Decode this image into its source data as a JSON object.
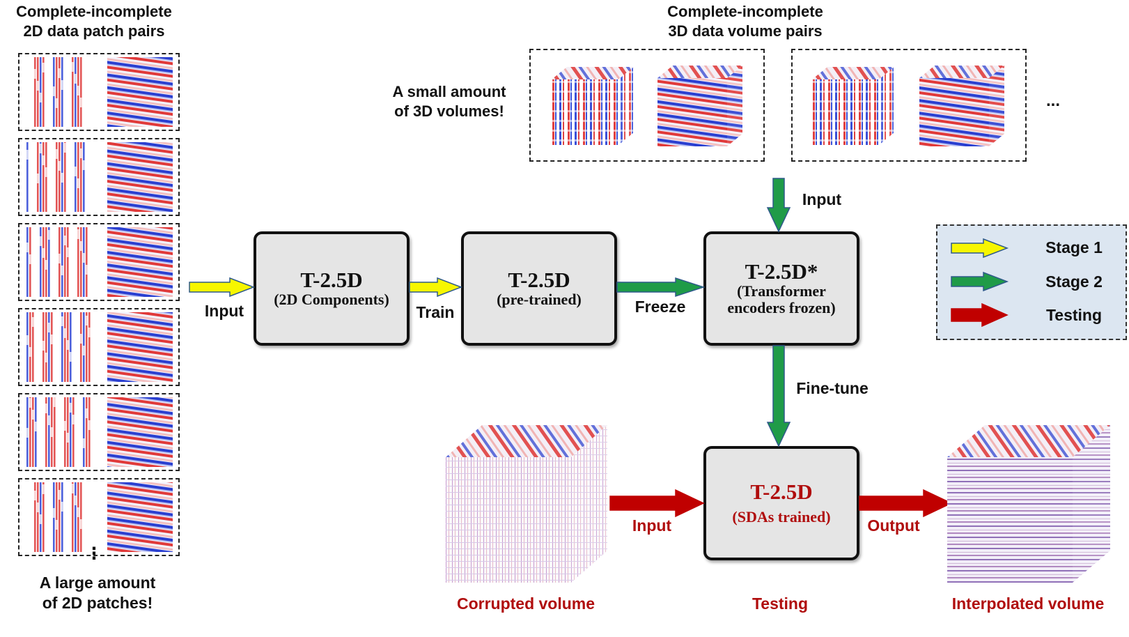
{
  "left_panel": {
    "title_line1": "Complete-incomplete",
    "title_line2": "2D data patch pairs",
    "ellipsis": "⋮",
    "caption_line1": "A large amount",
    "caption_line2": "of 2D patches!"
  },
  "top_panel": {
    "title_line1": "Complete-incomplete",
    "title_line2": "3D data volume pairs",
    "caption_line1": "A small amount",
    "caption_line2": "of 3D volumes!",
    "ellipsis": "..."
  },
  "boxes": {
    "components": {
      "title": "T-2.5D",
      "subtitle": "(2D Components)"
    },
    "pretrained": {
      "title": "T-2.5D",
      "subtitle": "(pre-trained)"
    },
    "frozen": {
      "title": "T-2.5D*",
      "subtitle_line1": "(Transformer",
      "subtitle_line2": "encoders frozen)"
    },
    "trained": {
      "title": "T-2.5D",
      "subtitle": "(SDAs trained)"
    }
  },
  "arrows": {
    "input_left": "Input",
    "train": "Train",
    "freeze": "Freeze",
    "input_top": "Input",
    "finetune": "Fine-tune",
    "input_bottom": "Input",
    "output": "Output"
  },
  "legend": {
    "stage1": "Stage 1",
    "stage2": "Stage 2",
    "testing": "Testing"
  },
  "bottom": {
    "corrupted": "Corrupted volume",
    "testing": "Testing",
    "interpolated": "Interpolated volume"
  },
  "colors": {
    "stage1": "#f7f600",
    "stage2": "#1f9b48",
    "testing": "#c00000",
    "arrow_outline": "#2f5a8a",
    "box_fill": "#e5e5e5",
    "legend_fill": "#dce6f1",
    "seismic_red": "#e03030",
    "seismic_blue": "#2a3fd0"
  }
}
